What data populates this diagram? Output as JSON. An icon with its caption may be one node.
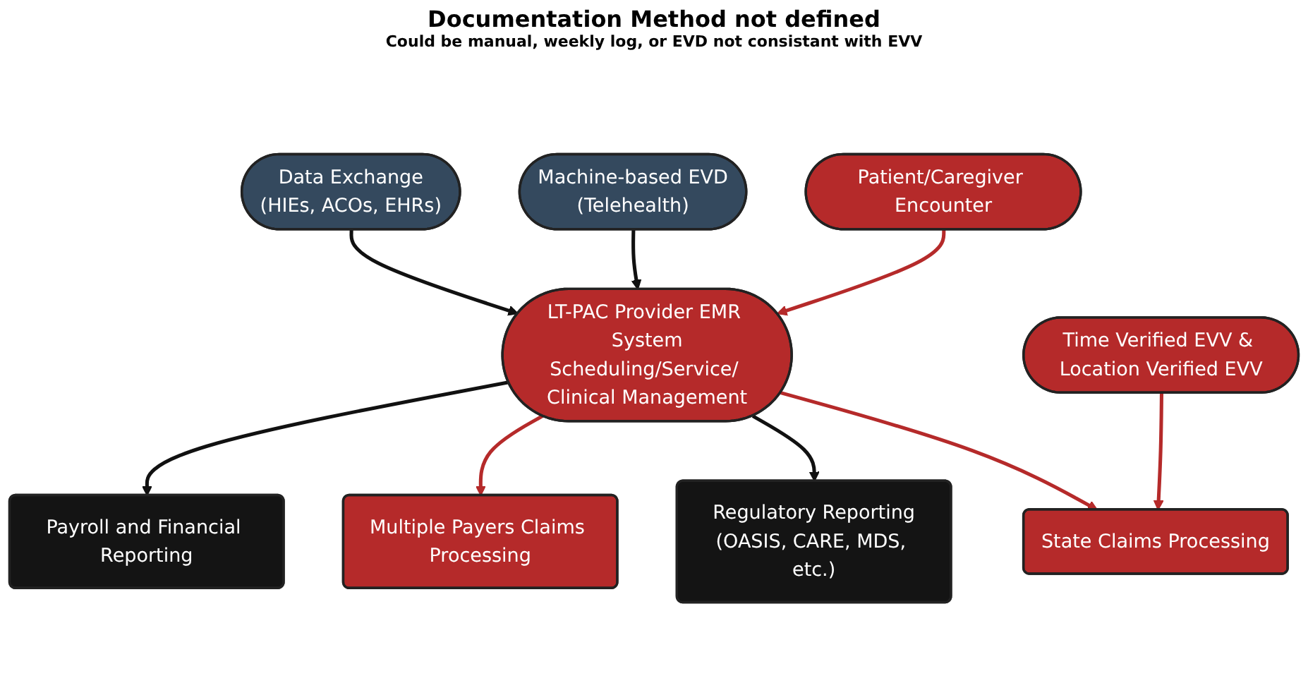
{
  "diagram": {
    "nodes": [
      {
        "text": [
          "Patient/Caregiver Encounter"
        ]
      },
      {
        "text": [
          "Time Verified EVV & Location Verified EVV"
        ]
      },
      {
        "text": [
          "Machine-based EVD",
          "(Telehealth)"
        ]
      },
      {
        "text": [
          "LT-PAC Provider EMR System",
          "Scheduling/Service/ Clinical Management"
        ]
      },
      {
        "text": [
          "Data Exchange",
          "(HIEs, ACOs, EHRs)"
        ]
      },
      {
        "text": [
          "Payroll and Financial Reporting"
        ]
      },
      {
        "text": [
          "Multiple Payers Claims Processing"
        ]
      },
      {
        "text": [
          "State Claims Processing"
        ]
      },
      {
        "text": [
          "Regulatory Reporting",
          "(OASIS, CARE, MDS, etc.)"
        ]
      }
    ],
    "edges": [
      {
        "from": 0,
        "to": 3,
        "arrow": "to",
        "color": "#b52a2a"
      },
      {
        "from": 1,
        "to": 7,
        "arrow": "to",
        "color": "#b52a2a"
      },
      {
        "from": 2,
        "to": 3,
        "arrow": "to",
        "color": "#111111"
      },
      {
        "from": 4,
        "to": 3,
        "arrow": "to",
        "color": "#111111"
      },
      {
        "from": 3,
        "to": 5,
        "arrow": "to",
        "color": "#111111"
      },
      {
        "from": 3,
        "to": 6,
        "arrow": "to",
        "color": "#b52a2a"
      },
      {
        "from": 3,
        "to": 7,
        "arrow": "to",
        "color": "#b52a2a"
      },
      {
        "from": 3,
        "to": 8,
        "arrow": "to",
        "color": "#111111"
      }
    ],
    "labels": [
      "Documentation Method not defined",
      "Could be manual, weekly log, or EVD not consistant with EVV"
    ]
  }
}
